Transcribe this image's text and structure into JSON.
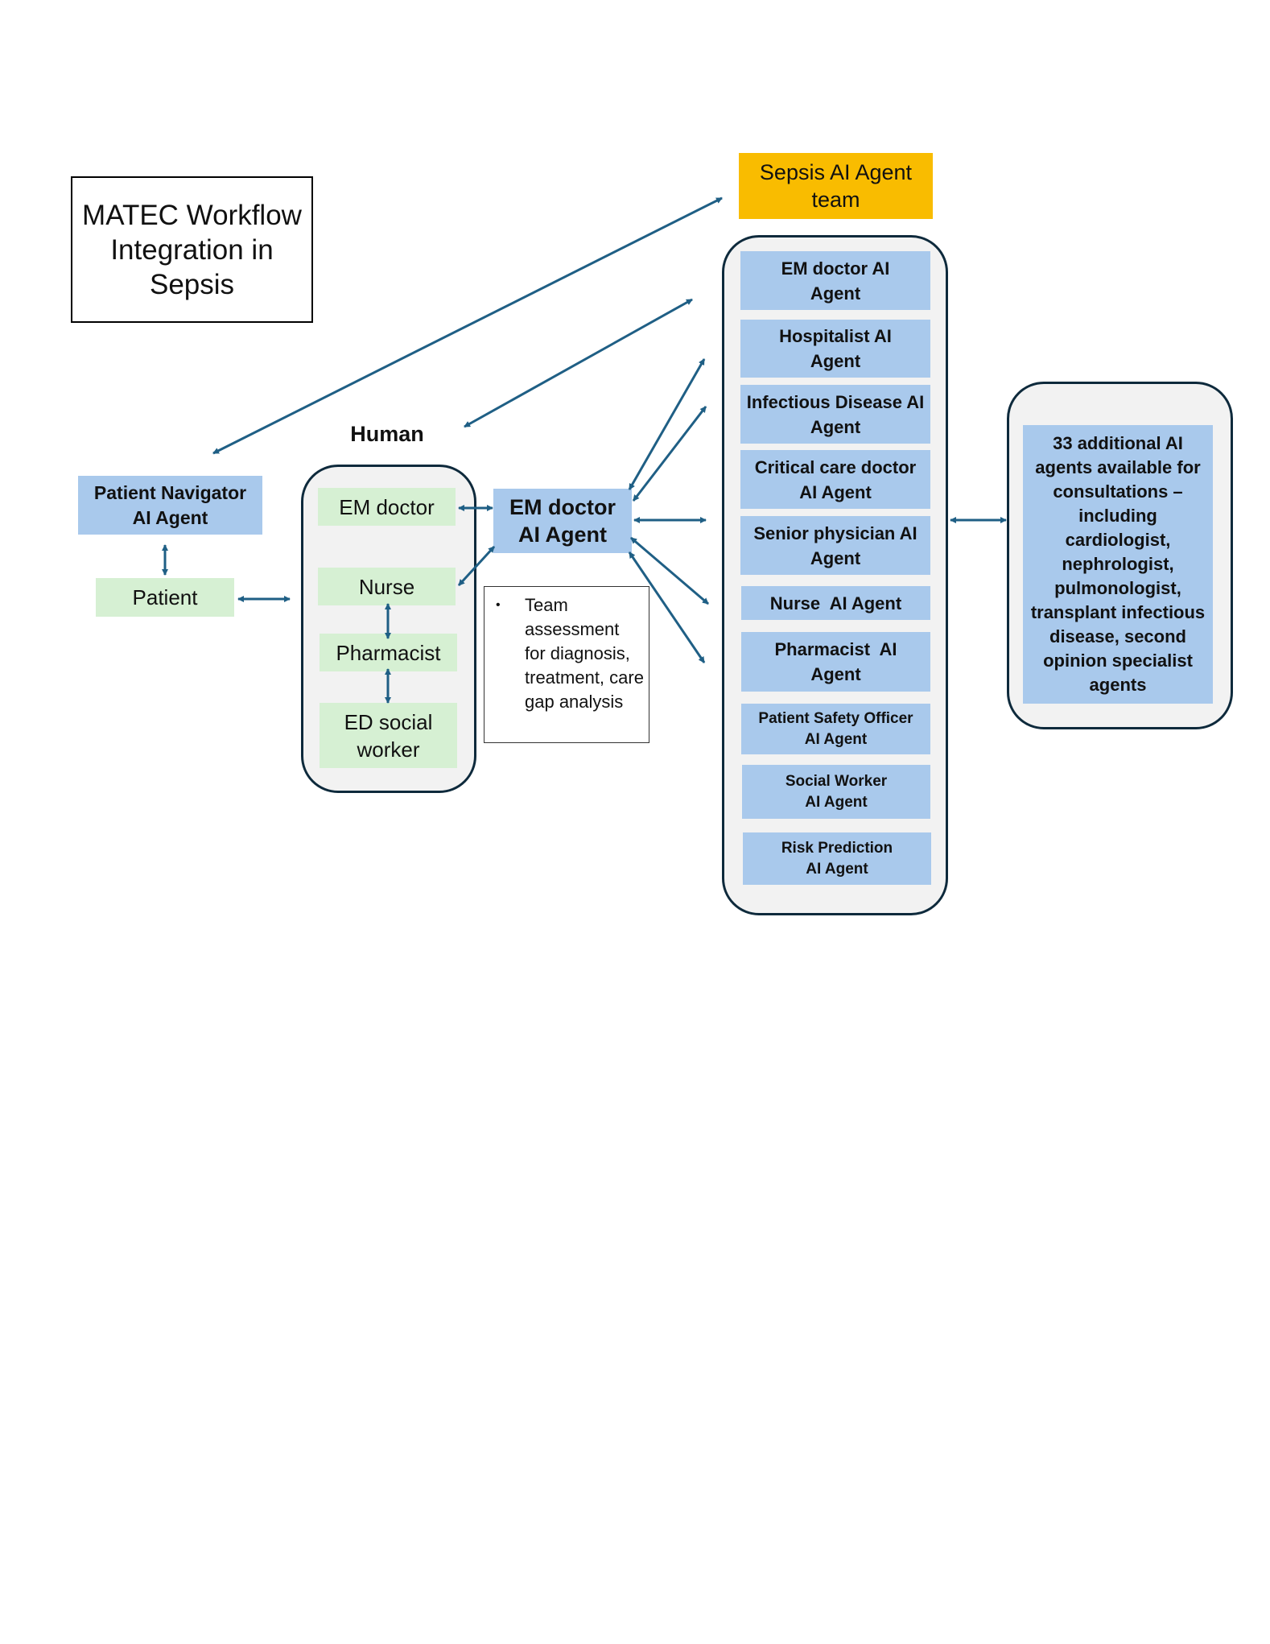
{
  "title": "MATEC Workflow Integration in Sepsis",
  "sepsis_team_label": "Sepsis AI Agent team",
  "patient_navigator": "Patient Navigator AI Agent",
  "patient": "Patient",
  "human": {
    "label": "Human",
    "items": [
      "EM doctor",
      "Nurse",
      "Pharmacist",
      "ED social worker"
    ]
  },
  "em_doctor_agent": "EM doctor AI Agent",
  "team_note": {
    "bullet": "•",
    "text": "Team assessment for diagnosis, treatment, care gap analysis"
  },
  "sepsis_agents": [
    "EM doctor AI Agent",
    "Hospitalist AI Agent",
    "Infectious Disease AI Agent",
    "Critical care doctor AI Agent",
    "Senior physician AI Agent",
    "Nurse  AI Agent",
    "Pharmacist  AI Agent",
    "Patient Safety Officer AI Agent",
    "Social Worker AI Agent",
    "Risk Prediction AI Agent"
  ],
  "additional_agents": "33 additional AI agents available for consultations – including cardiologist, nephrologist, pulmonologist, transplant infectious disease, second opinion specialist agents",
  "colors": {
    "agent_blue": "#a9c9ec",
    "human_green": "#d6f0d3",
    "team_orange": "#f9bc00",
    "arrow": "#1f5f85",
    "container_border": "#0e2a3c"
  }
}
